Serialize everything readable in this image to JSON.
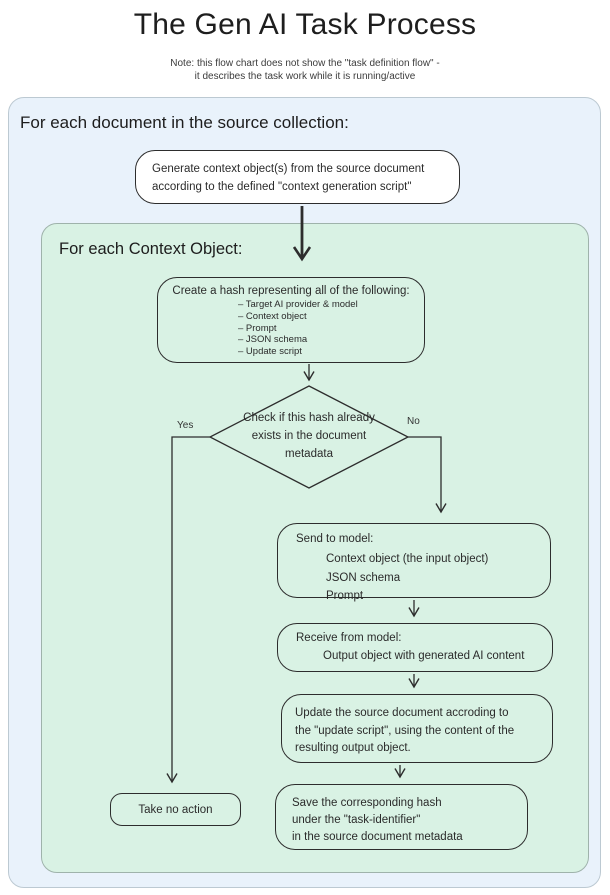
{
  "title": "The Gen AI Task Process",
  "note": {
    "line1": "Note: this flow chart does not show the \"task definition flow\" -",
    "line2": "it describes the task work while it is running/active"
  },
  "outer_loop": {
    "label": "For each document in the source collection:"
  },
  "inner_loop": {
    "label": "For each Context Object:"
  },
  "nodes": {
    "generate": {
      "line1": "Generate context object(s) from the source document",
      "line2": "according to the defined \"context generation script\""
    },
    "hash": {
      "title": "Create a hash representing all of the following:",
      "items": [
        "– Target AI provider & model",
        "– Context object",
        "– Prompt",
        "– JSON schema",
        "– Update script"
      ]
    },
    "decision": {
      "line1": "Check if this hash already",
      "line2": "exists in the document",
      "line3": "metadata"
    },
    "branches": {
      "yes": "Yes",
      "no": "No"
    },
    "send": {
      "title": "Send to model:",
      "items": [
        "Context object (the input object)",
        "JSON schema",
        "Prompt"
      ]
    },
    "receive": {
      "title": "Receive from model:",
      "items": [
        "Output object with generated AI content"
      ]
    },
    "update": {
      "line1": "Update the source document accroding to",
      "line2": "the \"update script\", using the content of the",
      "line3": "resulting output object."
    },
    "save": {
      "line1": "Save the corresponding hash",
      "line2": "under the \"task-identifier\"",
      "line3": "in the source document metadata"
    },
    "no_action": {
      "label": "Take no action"
    }
  },
  "colors": {
    "outer_container_bg": "#e9f2fb",
    "inner_container_bg": "#d9f2e4",
    "box_bg": "#ffffff",
    "box_border": "#2d2d2d",
    "line": "#2d2d2d",
    "text": "#2b2b2b"
  }
}
